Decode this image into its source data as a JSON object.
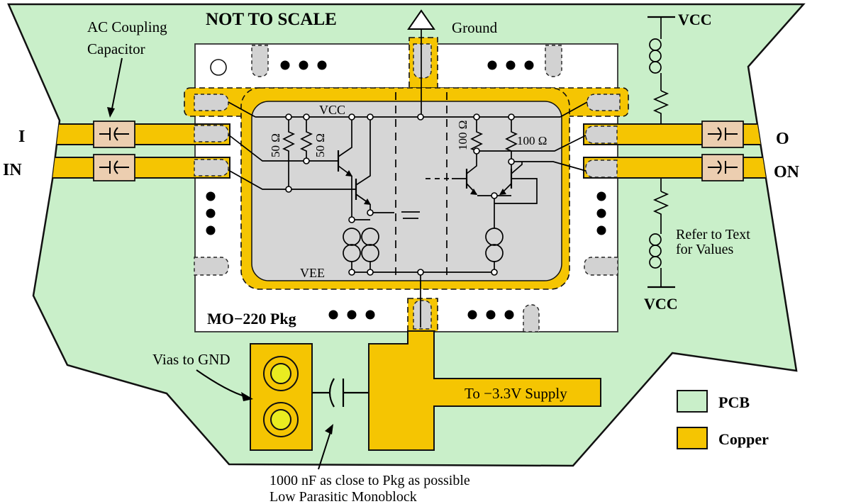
{
  "colors": {
    "pcb": "#c9efc9",
    "copper": "#f5c502",
    "via_inner": "#eaec20",
    "pad_gray": "#d2d2d2",
    "die_gray": "#d6d6d6",
    "cap_body": "#ecceb0",
    "warning_red": "#cc1a1a",
    "ink": "#000000"
  },
  "warning": "NOT TO SCALE",
  "ports": {
    "in_pos": "I",
    "in_neg": "IN",
    "out_pos": "O",
    "out_neg": "ON"
  },
  "bias": {
    "vcc_top": "VCC",
    "vcc_bottom": "VCC"
  },
  "die": {
    "vcc": "VCC",
    "vee": "VEE",
    "r_input_1": "50 Ω",
    "r_input_2": "50 Ω",
    "r_output_1": "100 Ω",
    "r_output_2": "100 Ω"
  },
  "callouts": {
    "ac_coupling_line1": "AC Coupling",
    "ac_coupling_line2": "Capacitor",
    "ground": "Ground",
    "vias_to_gnd": "Vias to GND",
    "bypass_line1": "1000 nF as close to Pkg as possible",
    "bypass_line2": "Low Parasitic Monoblock",
    "refer_line1": "Refer to Text",
    "refer_line2": "for Values",
    "supply_trace": "To −3.3V Supply",
    "package_name": "MO−220 Pkg"
  },
  "legend": {
    "pcb_label": "PCB",
    "copper_label": "Copper"
  }
}
